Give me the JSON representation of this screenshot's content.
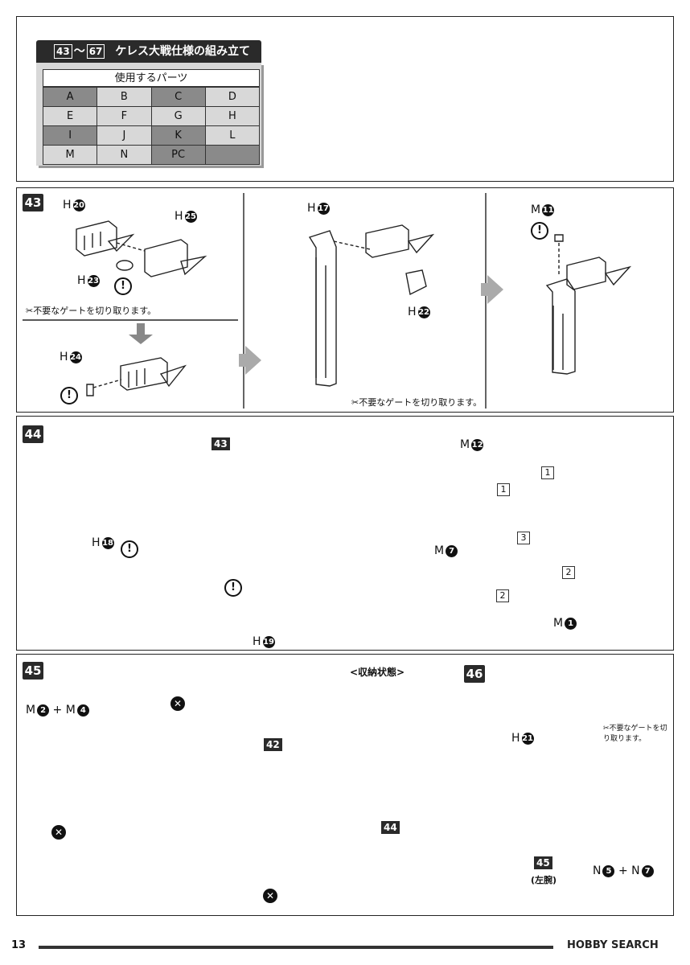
{
  "header": {
    "range_start": "43",
    "range_sep": "～",
    "range_end": "67",
    "title": "ケレス大戦仕様の組み立て",
    "parts_heading": "使用するパーツ",
    "parts": [
      [
        {
          "v": "A",
          "dark": true
        },
        {
          "v": "B",
          "dark": false
        },
        {
          "v": "C",
          "dark": true
        },
        {
          "v": "D",
          "dark": false
        }
      ],
      [
        {
          "v": "E",
          "dark": false
        },
        {
          "v": "F",
          "dark": false
        },
        {
          "v": "G",
          "dark": false
        },
        {
          "v": "H",
          "dark": false
        }
      ],
      [
        {
          "v": "I",
          "dark": true
        },
        {
          "v": "J",
          "dark": false
        },
        {
          "v": "K",
          "dark": true
        },
        {
          "v": "L",
          "dark": false
        }
      ],
      [
        {
          "v": "M",
          "dark": false
        },
        {
          "v": "N",
          "dark": false
        },
        {
          "v": "PC",
          "dark": true
        },
        {
          "v": "",
          "dark": true
        }
      ]
    ]
  },
  "steps": {
    "s43": {
      "num": "43",
      "h20": "20",
      "h25": "25",
      "h23": "23",
      "h24": "24",
      "h17": "17",
      "h22": "22",
      "m11": "11",
      "gate_note": "不要なゲートを切り取ります。",
      "gate_note2": "不要なゲートを切り取ります。"
    },
    "s44": {
      "num": "44",
      "ref43": "43",
      "h18": "18",
      "h19": "19",
      "m12": "12",
      "m7": "7",
      "m1": "1",
      "n1": "1",
      "n2": "1",
      "n3": "3",
      "n4": "2",
      "n5": "2"
    },
    "s45": {
      "num": "45",
      "m2": "2",
      "plus": "+",
      "m4": "4",
      "ref42": "42",
      "ref44": "44",
      "stowed": "<収納状態>"
    },
    "s46": {
      "num": "46",
      "h21": "21",
      "gate_note": "不要なゲートを切り取ります。",
      "ref45": "45",
      "left_arm": "(左腕)",
      "n5": "5",
      "plus": "+",
      "n7": "7"
    }
  },
  "footer": {
    "page": "13",
    "brand": "HOBBY SEARCH"
  },
  "letters": {
    "H": "H",
    "M": "M",
    "N": "N"
  }
}
